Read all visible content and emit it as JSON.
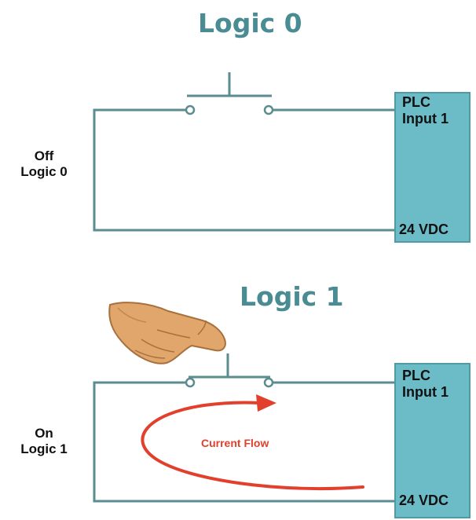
{
  "diagram": {
    "top": {
      "title": "Logic 0",
      "state_label": [
        "Off",
        "Logic 0"
      ],
      "plc_label": [
        "PLC",
        "Input 1"
      ],
      "supply_label": "24 VDC",
      "switch": "open"
    },
    "bottom": {
      "title": "Logic 1",
      "state_label": [
        "On",
        "Logic 1"
      ],
      "plc_label": [
        "PLC",
        "Input 1"
      ],
      "supply_label": "24 VDC",
      "switch": "closed",
      "current_label": "Current Flow"
    },
    "colors": {
      "wire": "#5a8c90",
      "plc_box": "#6cbcc8",
      "title": "#4a8c93",
      "current_arrow": "#e2402c",
      "hand_skin": "#e0a66c"
    }
  }
}
